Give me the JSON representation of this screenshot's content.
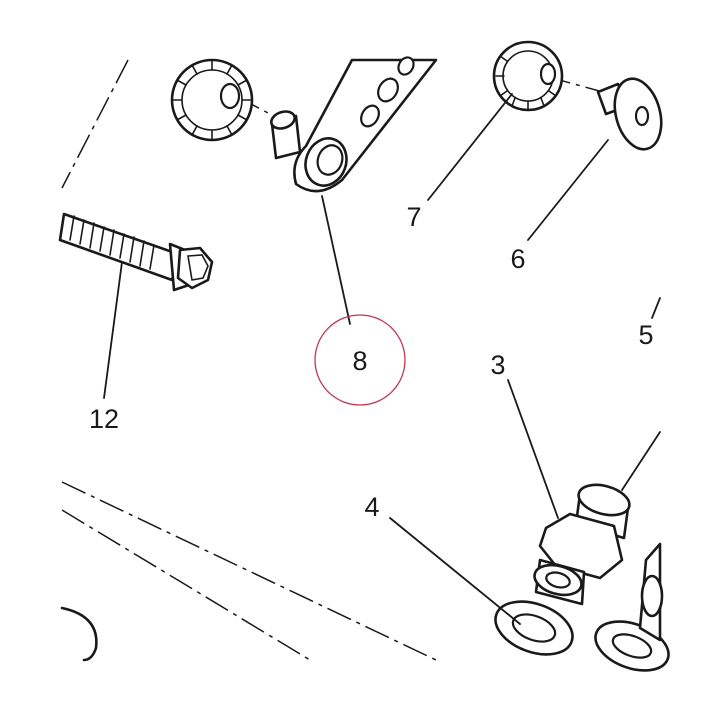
{
  "callouts": {
    "part_3": "3",
    "part_4": "4",
    "part_5": "5",
    "part_6": "6",
    "part_7": "7",
    "part_8": "8",
    "part_12": "12"
  },
  "highlighted_callout": "8",
  "colors": {
    "line": "#1a1a1a",
    "background": "#ffffff",
    "highlight_circle": "#c0364b"
  }
}
